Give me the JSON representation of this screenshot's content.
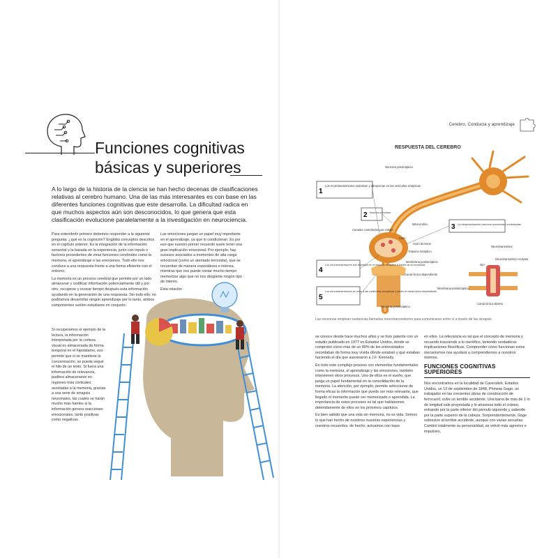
{
  "left_page": {
    "title_line1": "Funciones cognitivas",
    "title_line2": "básicas y superiores",
    "intro": "A lo largo de la historia de la ciencia se han hecho decenas de clasificaciones relativas al cerebro humano. Una de las más interesantes es con base en las diferentes funciones cognitivas que este desarrolla. La dificultad radica en que muchos aspectos aún son desconocidos, lo que genera que esta clasificación evolucione paralelamente a la investigación en neurociencia.",
    "col1_p1": "Para entenderlo primero debemos responder a la siguiente pregunta: ¿qué es la cognición? Engloba conceptos descritos en el capítulo anterior. Es la integración de la información sensorial y la basada en la experiencia, junto con inputs o factores procedentes de otras funciones cerebrales como la memoria, el aprendizaje o las emociones. Todo ello nos conduce a una respuesta frente a una forma eficiente con el entorno.",
    "col1_p2": "La memoria es un proceso cerebral que permite por un lado almacenar y codificar información potencialmente útil y por otro, recuperar y evocar tiempo después esta información ayudando en la generación de una respuesta. Sin todo ello, no podríamos desarrollar ningún aprendizaje por lo tanto, ambos componentes suelen estudiarse en conjunto.",
    "col2_p1": "Las emociones juegan un papel muy importante en el aprendizaje, ya que lo condicionan. Es por eso que nuestro primer recuerdo suele tener una gran implicación emocional. Por ejemplo, hay sucesos asociados a momentos de alta carga emocional (como un atentado terrorista), que se recuerdan de manera espontánea e intensa, mientras que nos puede costar mucho tiempo memorizar algo que no nos despierte ningún tipo de interés.",
    "col2_p2": "Esta relación",
    "col3_p1": "Si recuperamos el ejemplo de la lectura, la información interpretada por la corteza visual es almacenada de forma temporal en el hipotálamo, eso permite que si se mantiene la concentración, se pueda seguir el hilo de un texto. Si fuera una información de relevancia, pudiera almacenarse en regiones más corticales asociadas a la memoria, gracias a una serie de sinapsis neuronales, las cuales se harán mucho más fuertes si la información genera reacciones emocionales, tanto positivas como negativas."
  },
  "right_page": {
    "header": "Cerebro, Conducta y aprendizaje",
    "diagram_title": "RESPUESTA DEL CEREBRO",
    "labels": {
      "neurona_presinaptica": "Neurona presináptica",
      "step1": "Los neurotransmisores sintetizan y almacenan en las vesículas sinápticas",
      "step2": "Impulso nervioso",
      "step3": "La despolarización provoca reacciones controladas",
      "step4": "Los neurotransmisores son liberados en el espacio sináptico a través de la exocitosis",
      "step5": "Los neurotransmisores se unen a las moléculas receptoras y abren el canal iónico dependiente",
      "mitocondria": "Mitocondria",
      "canales_voltaje": "Canales controlados por voltaje",
      "ca": "Ca2+",
      "axon_terminal": "Axón terminal",
      "espacio_sinaptico": "Espacio sináptico",
      "membrana_post": "Membrana postsináptica",
      "canal_ionico": "Canal iónico dependiente",
      "neurona_post": "Neurona postsináptica",
      "neurotransmisor": "Neurotransmisor",
      "receptor": "Neurotransmisor receptor",
      "na": "Na+",
      "membrana_post2": "Membrana postsináptica",
      "canal_abierto": "Canal iónico abierto"
    },
    "caption": "Las neuronas emplean sustancias llamadas neurotransmisores para comunicarse entre sí a través de las sinapsis.",
    "rc1_p1": "se conoce desde hace muchos años y se hizo patente con un estudio publicado en 1977 en Estados Unidos, donde se comprobó cómo más de un 80% de los entrevistados recordaban de forma muy vívida dónde estaban y qué estaban haciendo el día que asesinaron a J.F. Kennedy.",
    "rc1_p2": "En todo este complejo proceso con elementos fundamentales como la memoria, el aprendizaje y las emociones, también intervienen otros procesos. Uno de ellos es el sueño, que juega un papel fundamental en la consolidación de la memoria. La atención, por ejemplo, permite seleccionar de forma eficaz la información que puede ser más relevante, que llegado el momento puede ser memorizado o aprendida. La importancia de estos procesos es tal que hablaremos detenidamente de ellos en los próximos capítulos.",
    "rc1_p3": "Es bien sabido que una vida sin memoria, no es vida. Somos lo que han hecho de nosotros nuestras experiencias y nuestros recuerdos, de hecho, actuamos con base",
    "rc2_p1": "en ellos. La relevancia es tal que el concepto de memoria y recuerdo trasciende a lo científico, teniendo verdaderas implicaciones filosóficas. Comprender cómo funcionan estos mecanismos nos ayudará a comprendernos a nosotros mismos.",
    "section_title": "FUNCIONES COGNITIVAS SUPERIORES",
    "rc2_p2": "Nos encontramos en la localidad de Cavendish, Estados Unidos, un 13 de septiembre de 1848, Phineas Gage, un trabajador en las crecientes obras de construcción de ferrocarril, sufre un terrible accidente. Una barra de más de 1 m de longitud sale proyectada y le atraviesa todo el cráneo, entrando por la parte inferior del pómulo izquierdo y saliendo por la parte superior de la cabeza. Sorprendentemente, Gage sobrevive al terrible accidente, aunque con varias secuelas. Cambió totalmente su personalidad, se volvió más agresivo e impulsivo,"
  },
  "colors": {
    "text": "#222222",
    "neuron_orange": "#e08a2c",
    "ladder_blue": "#3f8fd6",
    "head_tan": "#c9b79a"
  }
}
